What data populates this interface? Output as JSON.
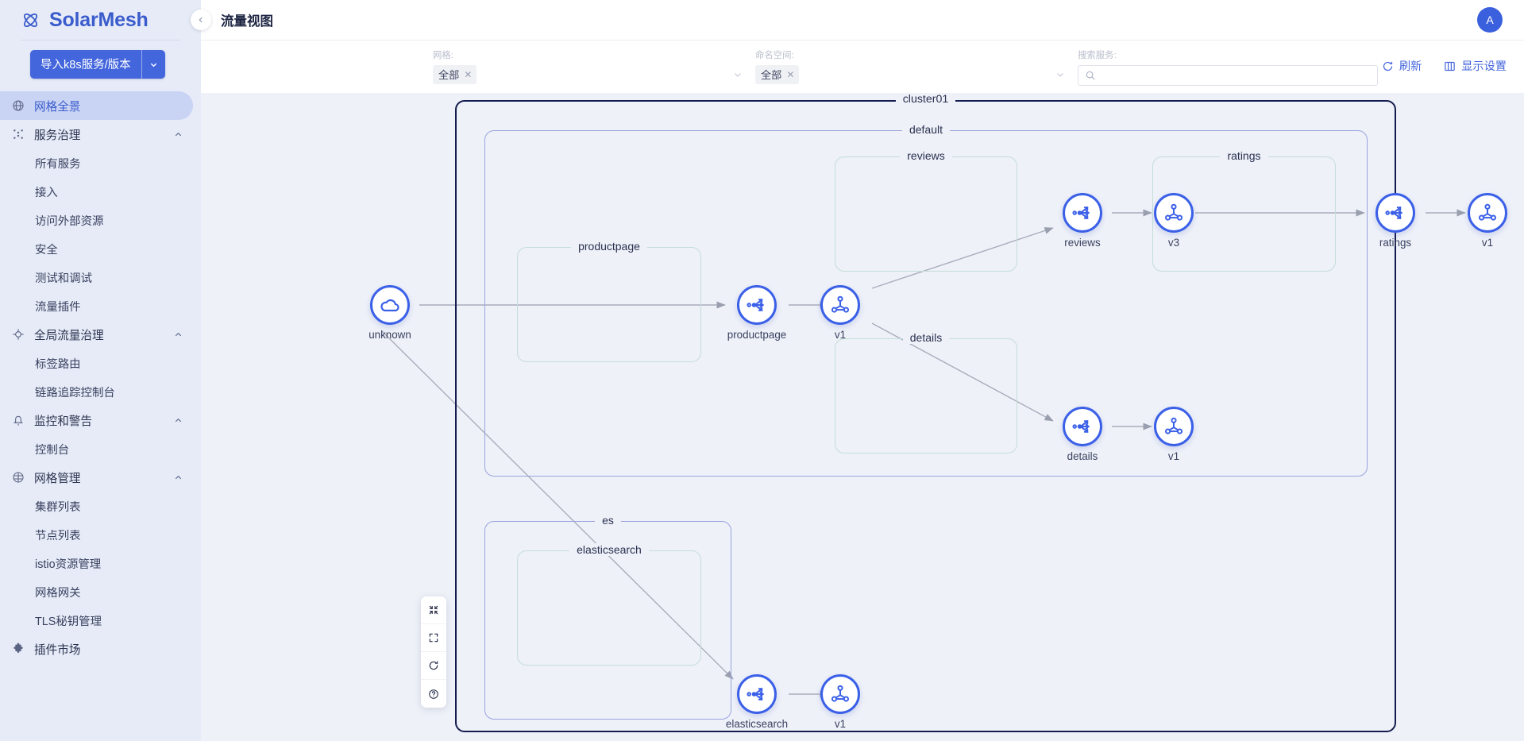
{
  "brand": {
    "name": "SolarMesh",
    "logo_icon": "atom-icon"
  },
  "sidebar": {
    "import_button": {
      "label": "导入k8s服务/版本",
      "caret_icon": "chevron-down-icon"
    },
    "items": [
      {
        "label": "网格全景",
        "icon": "globe-icon",
        "level": "top",
        "active": true
      },
      {
        "label": "服务治理",
        "icon": "shuffle-icon",
        "level": "top",
        "expandable": true
      },
      {
        "label": "所有服务",
        "level": "sub"
      },
      {
        "label": "接入",
        "level": "sub"
      },
      {
        "label": "访问外部资源",
        "level": "sub"
      },
      {
        "label": "安全",
        "level": "sub"
      },
      {
        "label": "测试和调试",
        "level": "sub"
      },
      {
        "label": "流量插件",
        "level": "sub"
      },
      {
        "label": "全局流量治理",
        "icon": "route-icon",
        "level": "top",
        "expandable": true
      },
      {
        "label": "标签路由",
        "level": "sub"
      },
      {
        "label": "链路追踪控制台",
        "level": "sub"
      },
      {
        "label": "监控和警告",
        "icon": "alert-icon",
        "level": "top",
        "expandable": true
      },
      {
        "label": "控制台",
        "level": "sub"
      },
      {
        "label": "网格管理",
        "icon": "mesh-icon",
        "level": "top",
        "expandable": true
      },
      {
        "label": "集群列表",
        "level": "sub"
      },
      {
        "label": "节点列表",
        "level": "sub"
      },
      {
        "label": "istio资源管理",
        "level": "sub"
      },
      {
        "label": "网格网关",
        "level": "sub"
      },
      {
        "label": "TLS秘钥管理",
        "level": "sub"
      },
      {
        "label": "插件市场",
        "icon": "puzzle-icon",
        "level": "top"
      }
    ]
  },
  "header": {
    "title": "流量视图",
    "collapse_icon": "chevron-left-icon",
    "avatar_initial": "A"
  },
  "filters": {
    "mesh": {
      "label": "网格:",
      "value": "全部",
      "remove_icon": "close-icon",
      "arrow_icon": "chevron-down-icon"
    },
    "namespace": {
      "label": "命名空间:",
      "value": "全部",
      "remove_icon": "close-icon",
      "arrow_icon": "chevron-down-icon"
    },
    "search": {
      "label": "搜索服务:",
      "value": "",
      "placeholder": "",
      "icon": "search-icon"
    }
  },
  "toolbar_actions": [
    {
      "label": "刷新",
      "icon": "refresh-icon"
    },
    {
      "label": "显示设置",
      "icon": "display-settings-icon"
    }
  ],
  "graph": {
    "clusters": [
      {
        "label": "cluster01"
      }
    ],
    "namespaces": [
      {
        "label": "default"
      },
      {
        "label": "es"
      }
    ],
    "services": [
      {
        "label": "productpage"
      },
      {
        "label": "reviews"
      },
      {
        "label": "ratings"
      },
      {
        "label": "details"
      },
      {
        "label": "elasticsearch"
      }
    ],
    "nodes": [
      {
        "label": "unknown",
        "icon": "cloud-icon",
        "type": "external"
      },
      {
        "label": "productpage",
        "icon": "service-icon",
        "type": "service"
      },
      {
        "label": "v1",
        "icon": "workload-icon",
        "type": "workload"
      },
      {
        "label": "reviews",
        "icon": "service-icon",
        "type": "service"
      },
      {
        "label": "v3",
        "icon": "workload-icon",
        "type": "workload"
      },
      {
        "label": "ratings",
        "icon": "service-icon",
        "type": "service"
      },
      {
        "label": "v1",
        "icon": "workload-icon",
        "type": "workload"
      },
      {
        "label": "details",
        "icon": "service-icon",
        "type": "service"
      },
      {
        "label": "v1",
        "icon": "workload-icon",
        "type": "workload"
      },
      {
        "label": "elasticsearch",
        "icon": "service-icon",
        "type": "service"
      },
      {
        "label": "v1",
        "icon": "workload-icon",
        "type": "workload"
      }
    ]
  },
  "canvas_controls": [
    {
      "icon": "shrink-icon"
    },
    {
      "icon": "fullscreen-icon"
    },
    {
      "icon": "reset-icon"
    },
    {
      "icon": "help-icon"
    }
  ],
  "colors": {
    "brand": "#3a5ccc",
    "accent": "#4466dd",
    "node_border": "#3b60e8",
    "cluster_border": "#141c4f",
    "namespace_border": "#9aa3e0",
    "service_border": "#c4ded8",
    "canvas_bg": "#eef1f8",
    "sidebar_bg": "#e6ebf7"
  }
}
